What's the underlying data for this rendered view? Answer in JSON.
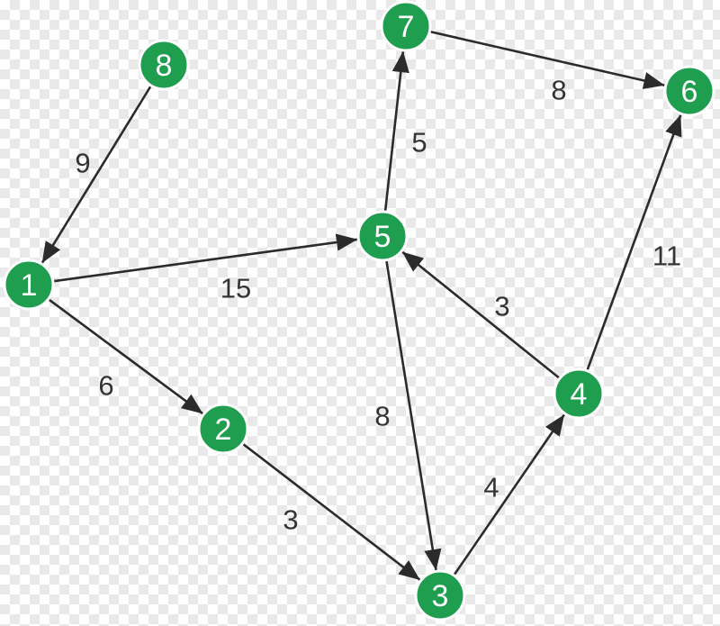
{
  "colors": {
    "node_fill": "#1e9e4e",
    "edge": "#2b2b2b",
    "label": "#333333"
  },
  "nodes": [
    {
      "id": "1",
      "label": "1"
    },
    {
      "id": "2",
      "label": "2"
    },
    {
      "id": "3",
      "label": "3"
    },
    {
      "id": "4",
      "label": "4"
    },
    {
      "id": "5",
      "label": "5"
    },
    {
      "id": "6",
      "label": "6"
    },
    {
      "id": "7",
      "label": "7"
    },
    {
      "id": "8",
      "label": "8"
    }
  ],
  "edges": [
    {
      "from": "8",
      "to": "1",
      "weight": "9"
    },
    {
      "from": "1",
      "to": "5",
      "weight": "15"
    },
    {
      "from": "1",
      "to": "2",
      "weight": "6"
    },
    {
      "from": "2",
      "to": "3",
      "weight": "3"
    },
    {
      "from": "5",
      "to": "7",
      "weight": "5"
    },
    {
      "from": "7",
      "to": "6",
      "weight": "8"
    },
    {
      "from": "5",
      "to": "3",
      "weight": "8"
    },
    {
      "from": "4",
      "to": "5",
      "weight": "3"
    },
    {
      "from": "3",
      "to": "4",
      "weight": "4"
    },
    {
      "from": "4",
      "to": "6",
      "weight": "11"
    }
  ]
}
